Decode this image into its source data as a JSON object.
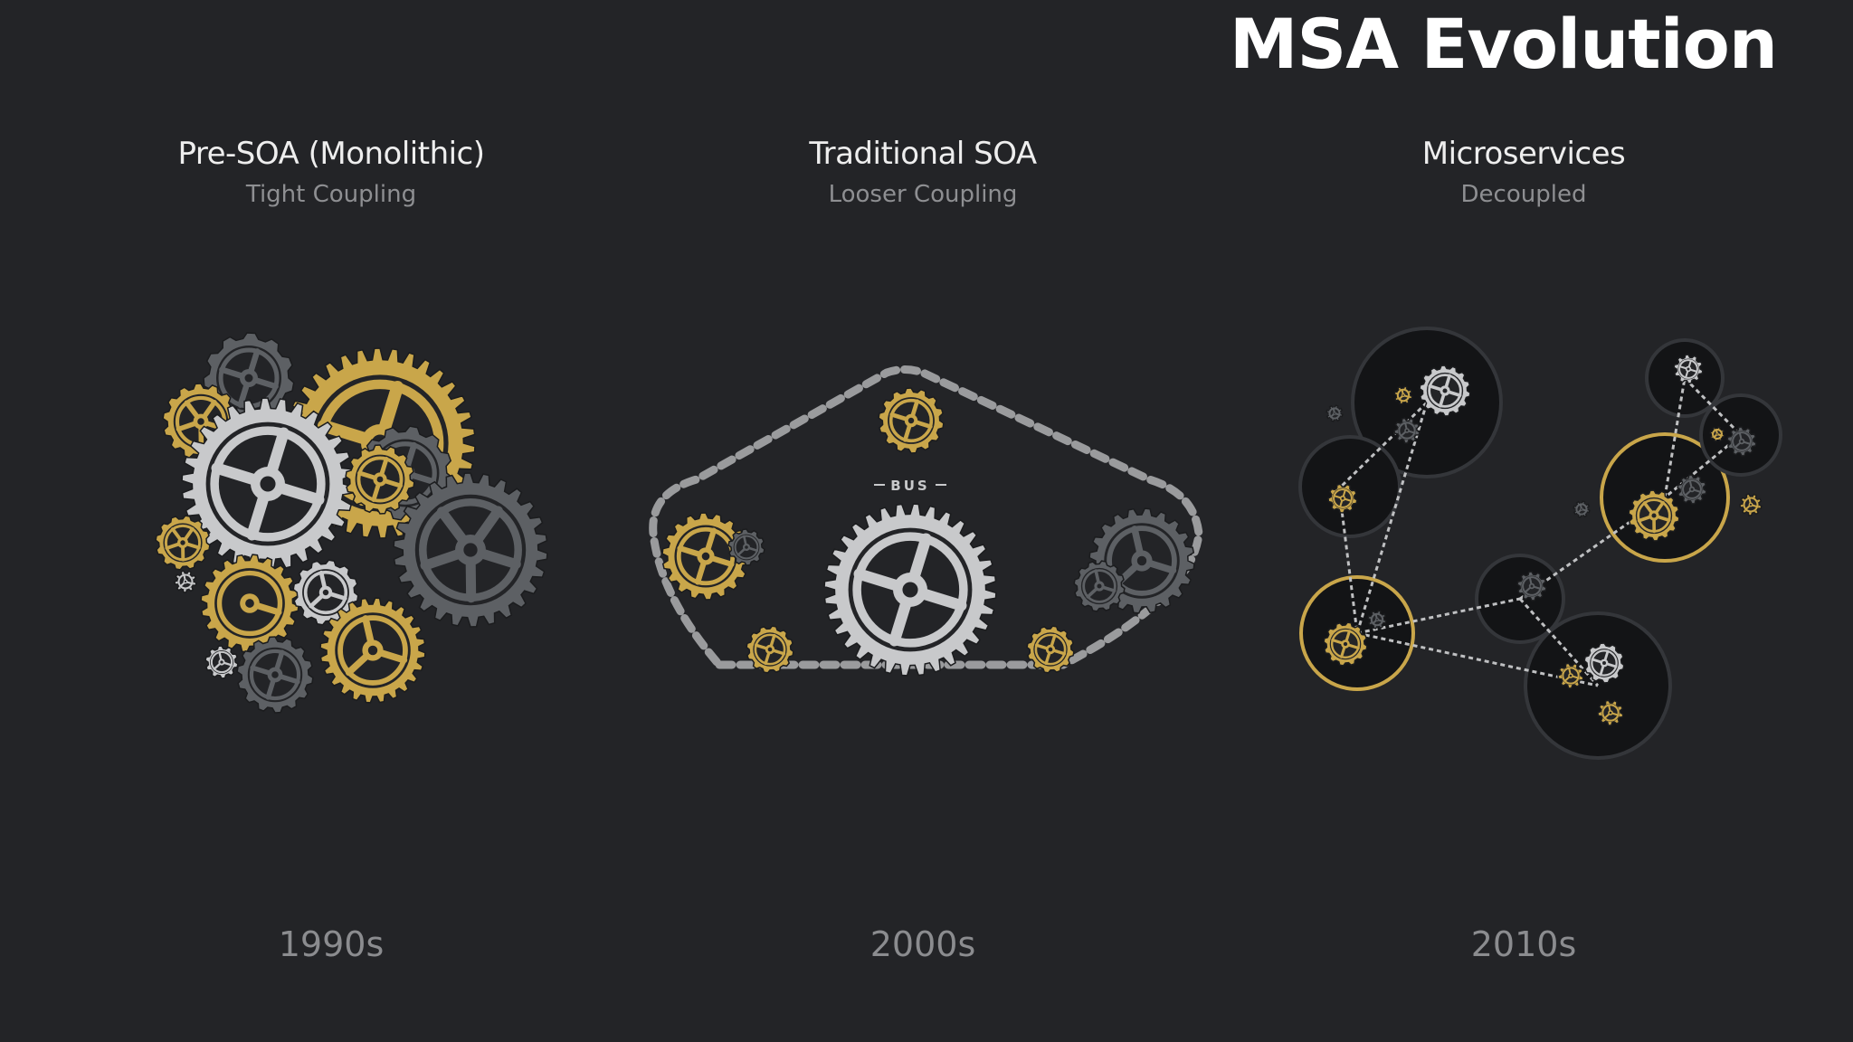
{
  "page": {
    "title": "MSA Evolution"
  },
  "columns": [
    {
      "title": "Pre-SOA (Monolithic)",
      "subtitle": "Tight Coupling",
      "era": "1990s"
    },
    {
      "title": "Traditional SOA",
      "subtitle": "Looser Coupling",
      "era": "2000s"
    },
    {
      "title": "Microservices",
      "subtitle": "Decoupled",
      "era": "2010s"
    }
  ],
  "diagram": {
    "bus_label": "BUS",
    "palette": {
      "gold": "#c9a64a",
      "silver": "#c8c9cb",
      "dark_gray": "#5d6064",
      "chain": "#9a9b9d",
      "background": "#232427"
    }
  }
}
